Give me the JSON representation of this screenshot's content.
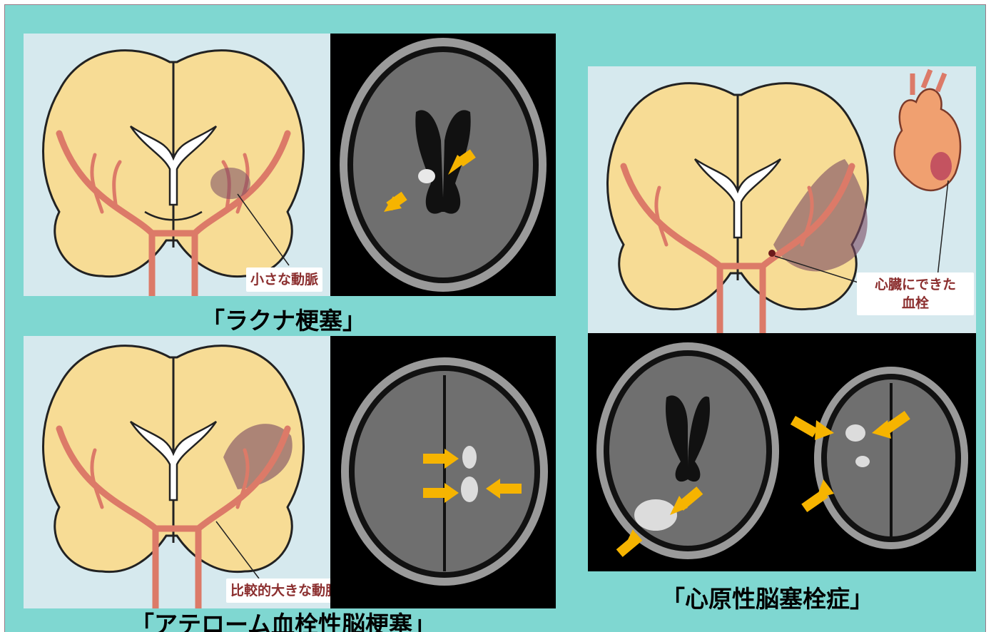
{
  "panels": {
    "lacunar": {
      "caption": "「ラクナ梗塞」",
      "label": "小さな動脈"
    },
    "atherothrombotic": {
      "caption": "「アテローム血栓性脳梗塞」",
      "label": "比較的大きな動脈"
    },
    "cardioembolic": {
      "caption": "「心原性脳塞栓症」",
      "label_line1": "心臓にできた",
      "label_line2": "血栓"
    }
  },
  "colors": {
    "background": "#7fd7d1",
    "brain": "#f7dc95",
    "artery": "#dc7a68",
    "infarct": "#7a4a63",
    "arrow": "#f6b400",
    "label_text": "#8b2e2e"
  }
}
